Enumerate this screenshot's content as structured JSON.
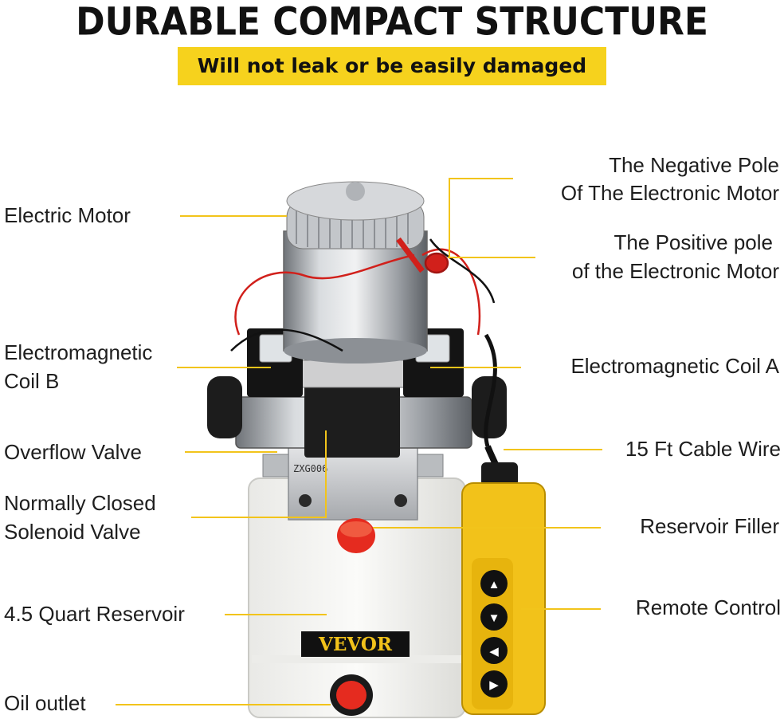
{
  "header": {
    "title": "DURABLE COMPACT STRUCTURE",
    "subtitle": "Will not leak or be easily damaged"
  },
  "labels": {
    "electric_motor": "Electric Motor",
    "coil_b_line1": "Electromagnetic",
    "coil_b_line2": "Coil B",
    "overflow_valve": "Overflow Valve",
    "solenoid_line1": "Normally Closed",
    "solenoid_line2": "Solenoid Valve",
    "reservoir": "4.5 Quart Reservoir",
    "oil_outlet": "Oil outlet",
    "negative_line1": "The Negative Pole",
    "negative_line2": "Of The Electronic Motor",
    "positive_line1": "The Positive pole",
    "positive_line2": "of the Electronic Motor",
    "coil_a": "Electromagnetic Coil A",
    "cable": "15 Ft Cable Wire",
    "filler": "Reservoir Filler",
    "remote": "Remote Control"
  },
  "product": {
    "brand": "VEVOR",
    "valve_code": "ZXG006"
  },
  "colors": {
    "accent_yellow": "#f6d21d",
    "leader_yellow": "#f2c41b",
    "cap_red": "#e52b1f",
    "remote_yellow": "#f2c21a"
  }
}
